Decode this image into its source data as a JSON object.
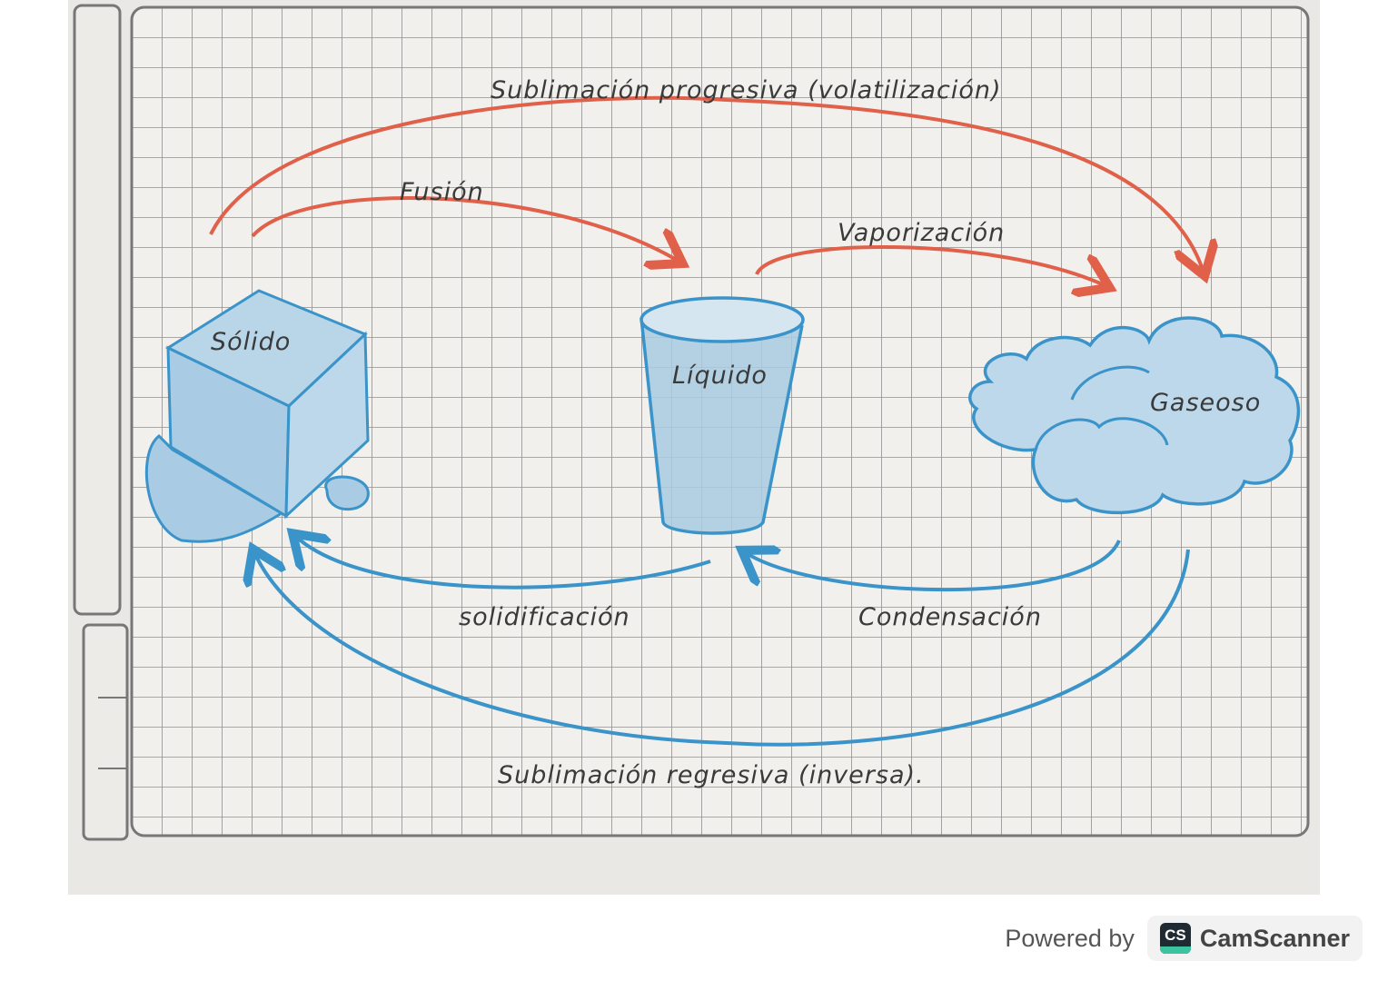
{
  "diagram": {
    "states": {
      "solid": "Sólido",
      "liquid": "Líquido",
      "gas": "Gaseoso"
    },
    "transitions": {
      "sublimation_progressive": "Sublimación progresiva (volatilización)",
      "fusion": "Fusión",
      "vaporization": "Vaporización",
      "solidification": "solidificación",
      "condensation": "Condensación",
      "sublimation_regressive": "Sublimación regresiva (inversa)."
    },
    "colors": {
      "heating_arrows": "#e0604a",
      "cooling_arrows": "#3a93c9",
      "fill": "#a9cbe3"
    }
  },
  "footer": {
    "powered_by": "Powered by",
    "logo_text": "CS",
    "brand": "CamScanner"
  }
}
